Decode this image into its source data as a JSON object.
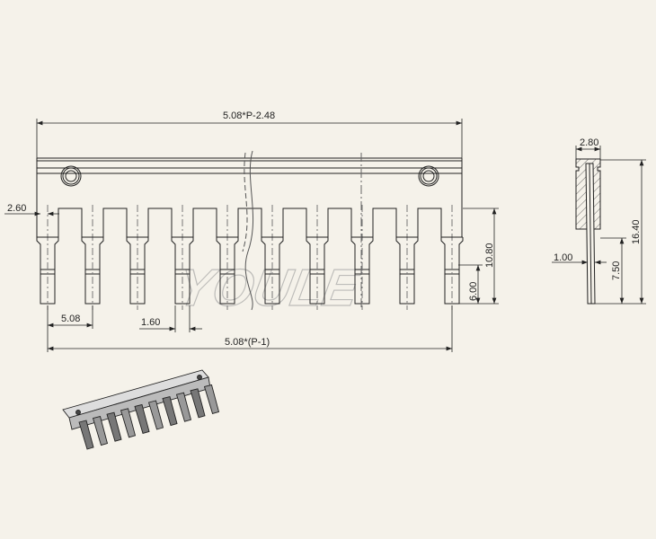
{
  "watermark": "YOULE",
  "front_view": {
    "overall_length": "5.08*P-2.48",
    "pin_pitch": "5.08",
    "pin_width": "1.60",
    "edge_offset": "2.60",
    "pitch_span": "5.08*(P-1)",
    "pin_height": "10.80",
    "pin_tip_length": "6.00",
    "pin_count": 10
  },
  "side_view": {
    "width": "2.80",
    "pin_thickness": "1.00",
    "pin_extension": "7.50",
    "total_height": "16.40"
  },
  "colors": {
    "background": "#f5f2ea",
    "line": "#222222"
  }
}
